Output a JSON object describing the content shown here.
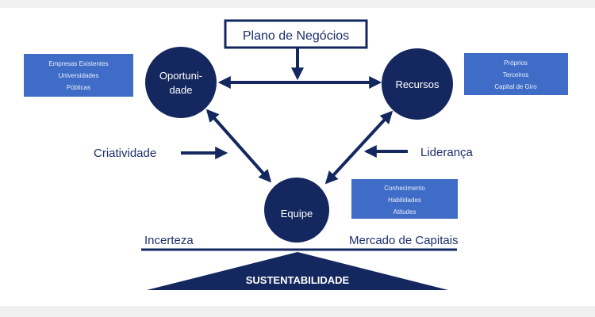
{
  "title_box": "Plano de Negócios",
  "nodes": {
    "oportunidade": [
      "Oportuni-",
      "dade"
    ],
    "recursos": "Recursos",
    "equipe": "Equipe"
  },
  "side_labels": {
    "criatividade": "Criatividade",
    "lideranca": "Liderança",
    "incerteza": "Incerteza",
    "mercado": "Mercado de Capitais"
  },
  "info_boxes": {
    "oportunidade": [
      "Empresas Existentes",
      "Universidades",
      "Públicas"
    ],
    "recursos": [
      "Próprios",
      "Terceiros",
      "Capital de Giro"
    ],
    "equipe": [
      "Conhecimento",
      "Habilidades",
      "Atitudes"
    ]
  },
  "base": "SUSTENTABILIDADE",
  "colors": {
    "navy": "#14285f",
    "box_blue": "#3f6cc6",
    "text": "#1c2f6b"
  }
}
